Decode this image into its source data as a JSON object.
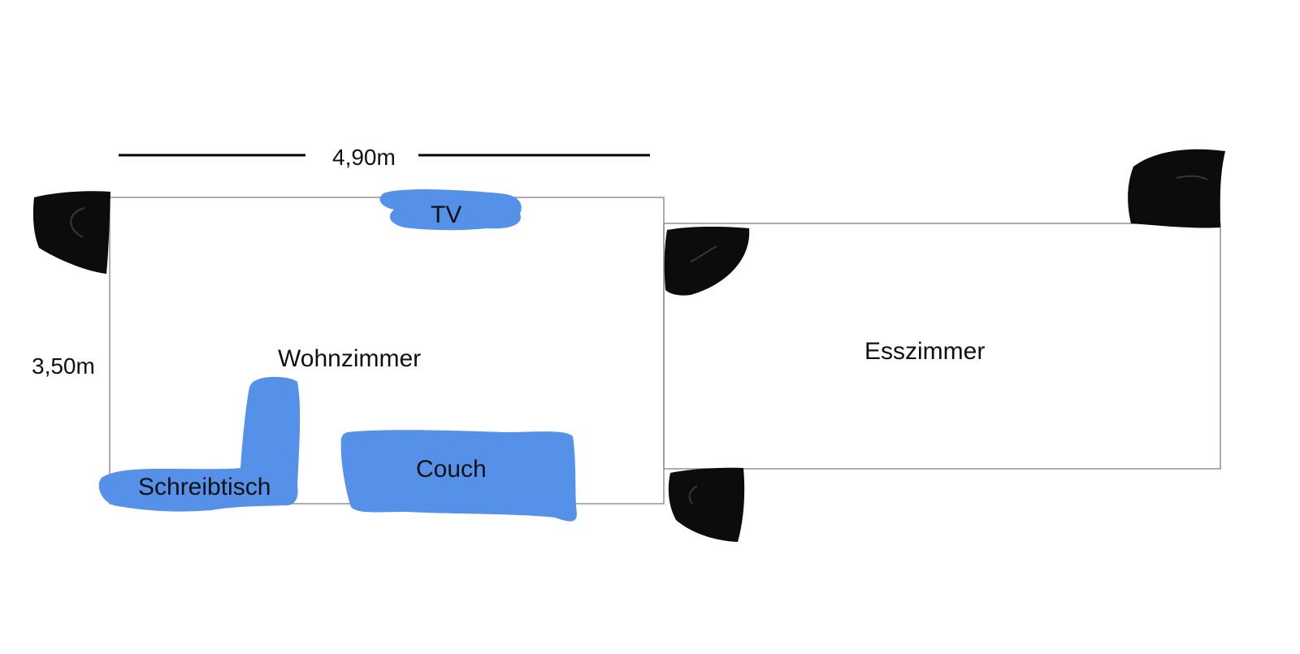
{
  "dimensions": {
    "width": "4,90m",
    "height": "3,50m"
  },
  "rooms": {
    "living_room": "Wohnzimmer",
    "dining_room": "Esszimmer"
  },
  "furniture": {
    "tv": "TV",
    "desk": "Schreibtisch",
    "couch": "Couch"
  },
  "icons": {
    "speaker": "speaker-icon"
  },
  "colors": {
    "furniture": "#5591e8",
    "speaker": "#0c0c0c",
    "wall": "#8a8a8a"
  }
}
